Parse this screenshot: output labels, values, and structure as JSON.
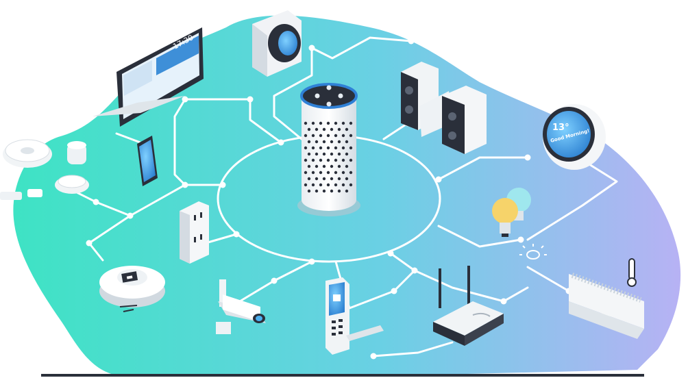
{
  "tv": {
    "clock": "17:30"
  },
  "smart_display": {
    "temperature": "13°",
    "greeting": "Good Morning!"
  },
  "colors": {
    "blob_start": "#3ee3c4",
    "blob_mid": "#6ad0e4",
    "blob_end": "#b7b2f4",
    "line": "#ffffff",
    "accent_blue": "#2f80d6",
    "screen_blue": "#4db0f0",
    "device_white": "#f4f6f8",
    "device_shadow": "#c9d3dc",
    "dark": "#2a2f3a",
    "bulb_yellow": "#f6d36a",
    "bulb_cyan": "#9fe7ee"
  },
  "devices": [
    "smart-speaker-icon",
    "thermostat-icon",
    "tv-icon",
    "phone-icon",
    "sensor-hub-icon",
    "power-outlet-icon",
    "robot-vacuum-icon",
    "security-camera-icon",
    "smart-lock-icon",
    "router-icon",
    "air-conditioner-icon",
    "thermometer-icon",
    "smart-bulb-icon",
    "light-icon",
    "stereo-system-icon",
    "smart-display-icon"
  ]
}
